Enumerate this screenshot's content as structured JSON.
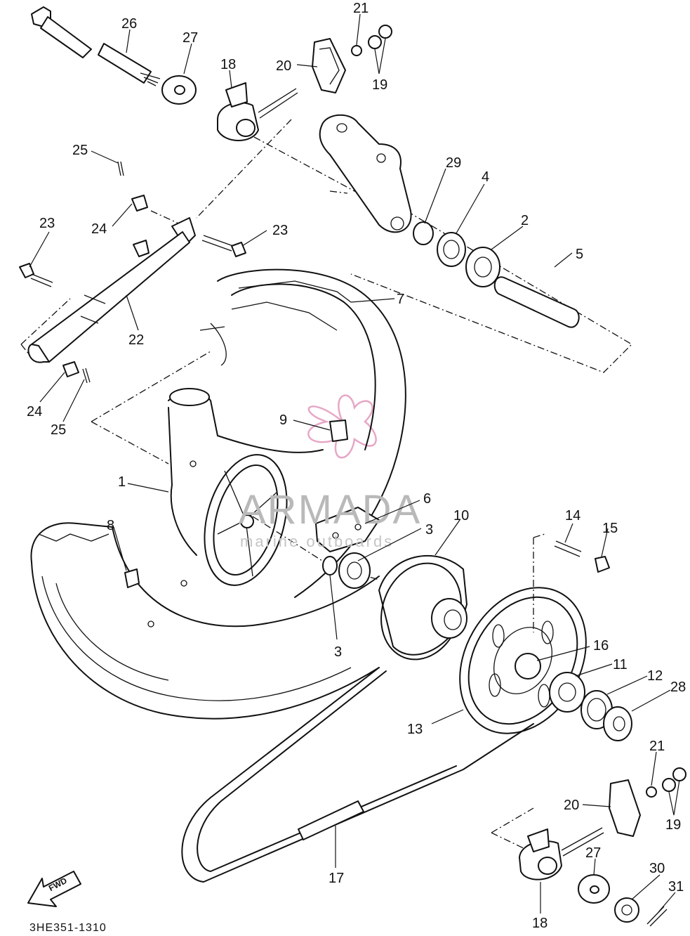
{
  "diagram_code": "3HE351-1310",
  "forward_badge": "FWD",
  "watermark": {
    "brand": "ARMADA",
    "tagline": "marine outboards",
    "logo_color": "#e7a7c6"
  },
  "callouts": {
    "c1": "1",
    "c2": "2",
    "c3a": "3",
    "c3b": "3",
    "c4": "4",
    "c5": "5",
    "c6": "6",
    "c7": "7",
    "c8": "8",
    "c9": "9",
    "c10": "10",
    "c11": "11",
    "c12": "12",
    "c13": "13",
    "c14": "14",
    "c15": "15",
    "c16": "16",
    "c17": "17",
    "c18a": "18",
    "c18b": "18",
    "c19a": "19",
    "c19b": "19",
    "c20a": "20",
    "c20b": "20",
    "c21a": "21",
    "c21b": "21",
    "c22": "22",
    "c23a": "23",
    "c23b": "23",
    "c24a": "24",
    "c24b": "24",
    "c25a": "25",
    "c25b": "25",
    "c26": "26",
    "c27a": "27",
    "c27b": "27",
    "c28": "28",
    "c29": "29",
    "c30": "30",
    "c31": "31"
  }
}
